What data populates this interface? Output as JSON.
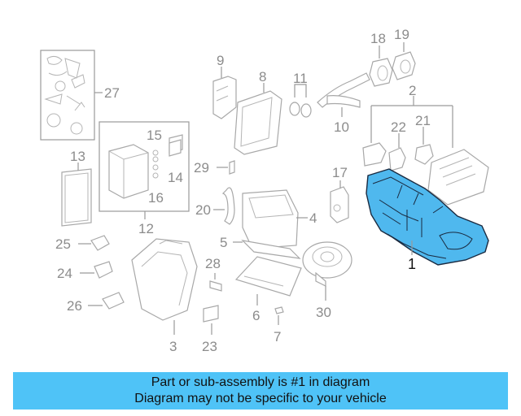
{
  "diagram": {
    "callouts": [
      "1",
      "2",
      "3",
      "4",
      "5",
      "6",
      "7",
      "8",
      "9",
      "10",
      "11",
      "12",
      "13",
      "14",
      "15",
      "16",
      "17",
      "18",
      "19",
      "20",
      "21",
      "22",
      "23",
      "24",
      "25",
      "26",
      "27",
      "28",
      "29",
      "30"
    ],
    "highlight_color": "#4fb8ee"
  },
  "banner": {
    "line1": "Part or sub-assembly is #1 in diagram",
    "line2": "Diagram may not be specific to your vehicle",
    "background": "#4fc3f7"
  }
}
